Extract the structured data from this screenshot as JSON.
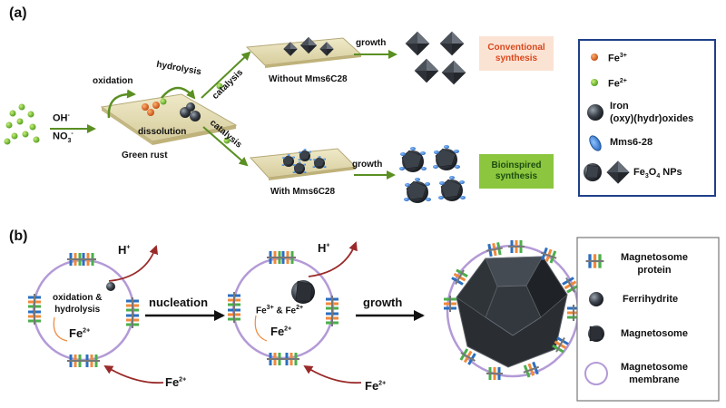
{
  "panel_a": {
    "label": "(a)",
    "ions": {
      "oh": "OH",
      "oh_sup": "-",
      "no3": "NO",
      "no3_sub": "3",
      "no3_sup": "-"
    },
    "oxidation": "oxidation",
    "hydrolysis": "hydrolysis",
    "dissolution": "dissolution",
    "green_rust": "Green rust",
    "catalysis_top": "catalysis",
    "catalysis_bottom": "catalysis",
    "without": "Without Mms6C28",
    "with": "With Mms6C28",
    "growth_top": "growth",
    "growth_bottom": "growth",
    "conventional": [
      "Conventional",
      "synthesis"
    ],
    "bioinspired": [
      "Bioinspired",
      "synthesis"
    ],
    "colors": {
      "conventional_bg": "#fbe3d4",
      "bioinspired_bg": "#8cc63f",
      "legend_border": "#1f3f8a"
    },
    "legend": {
      "fe3": {
        "base": "Fe",
        "sup": "3+"
      },
      "fe2": {
        "base": "Fe",
        "sup": "2+"
      },
      "iron": [
        "Iron",
        "(oxy)(hydr)oxides"
      ],
      "mms": "Mms6-28",
      "nps": {
        "base": "Fe",
        "sub1": "3",
        "mid": "O",
        "sub2": "4",
        "tail": " NPs"
      }
    }
  },
  "panel_b": {
    "label": "(b)",
    "h_plus_1": {
      "base": "H",
      "sup": "+"
    },
    "h_plus_2": {
      "base": "H",
      "sup": "+"
    },
    "oxidation_hydrolysis": [
      "oxidation &",
      "hydrolysis"
    ],
    "fe2_inside_1": {
      "base": "Fe",
      "sup": "2+"
    },
    "fe2_inside_2": {
      "base": "Fe",
      "sup": "2+"
    },
    "fe3_fe2": {
      "a": "Fe",
      "a_sup": "3+",
      "amp": " & ",
      "b": "Fe",
      "b_sup": "2+"
    },
    "fe2_out_1": {
      "base": "Fe",
      "sup": "2+"
    },
    "fe2_out_2": {
      "base": "Fe",
      "sup": "2+"
    },
    "nucleation": "nucleation",
    "growth": "growth",
    "legend": {
      "protein": [
        "Magnetosome",
        "protein"
      ],
      "ferrihydrite": "Ferrihydrite",
      "magnetosome": "Magnetosome",
      "membrane": [
        "Magnetosome",
        "membrane"
      ]
    }
  }
}
